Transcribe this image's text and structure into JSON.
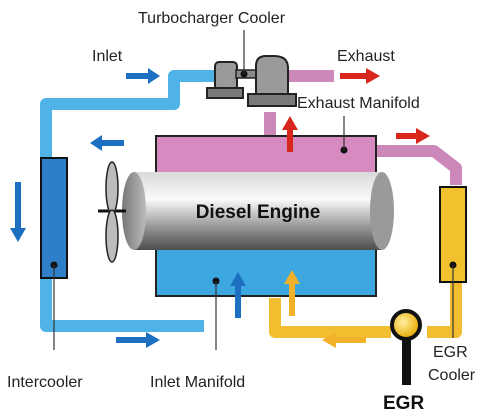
{
  "labels": {
    "turbocharger_cooler": "Turbocharger Cooler",
    "inlet": "Inlet",
    "exhaust": "Exhaust",
    "exhaust_manifold": "Exhaust Manifold",
    "diesel_engine": "Diesel Engine",
    "intercooler": "Intercooler",
    "inlet_manifold": "Inlet Manifold",
    "egr_cooler_line1": "EGR",
    "egr_cooler_line2": "Cooler",
    "egr": "EGR"
  },
  "colors": {
    "intake_pipe": "#4fb3e8",
    "exhaust_pipe": "#cc88b8",
    "egr_pipe": "#f2bd2f",
    "intercooler": "#2e7fc7",
    "egr_cooler": "#f2c12e",
    "exhaust_manifold": "#d78ac0",
    "inlet_manifold": "#3da8e0",
    "arrow_blue": "#1d6fc2",
    "arrow_red": "#d9261c",
    "arrow_yellow": "#f2b12a"
  }
}
